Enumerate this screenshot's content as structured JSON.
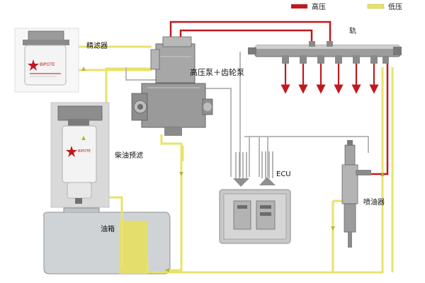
{
  "legend": {
    "high_pressure": {
      "label": "高压",
      "color": "#c0191e"
    },
    "low_pressure": {
      "label": "低压",
      "color": "#e8e36a"
    }
  },
  "labels": {
    "fine_filter": "精滤器",
    "high_pressure_pump": "高压泵＋齿轮泵",
    "rail": "轨",
    "diesel_prefilter": "柴油预滤",
    "ecu": "ECU",
    "fuel_tank": "油箱",
    "injector": "喷油器"
  },
  "filter_brand": "BIPOTE",
  "colors": {
    "return_line": "#b9b9b9",
    "metal": "#8c8c8c",
    "filter_body": "#f2f2f2"
  }
}
